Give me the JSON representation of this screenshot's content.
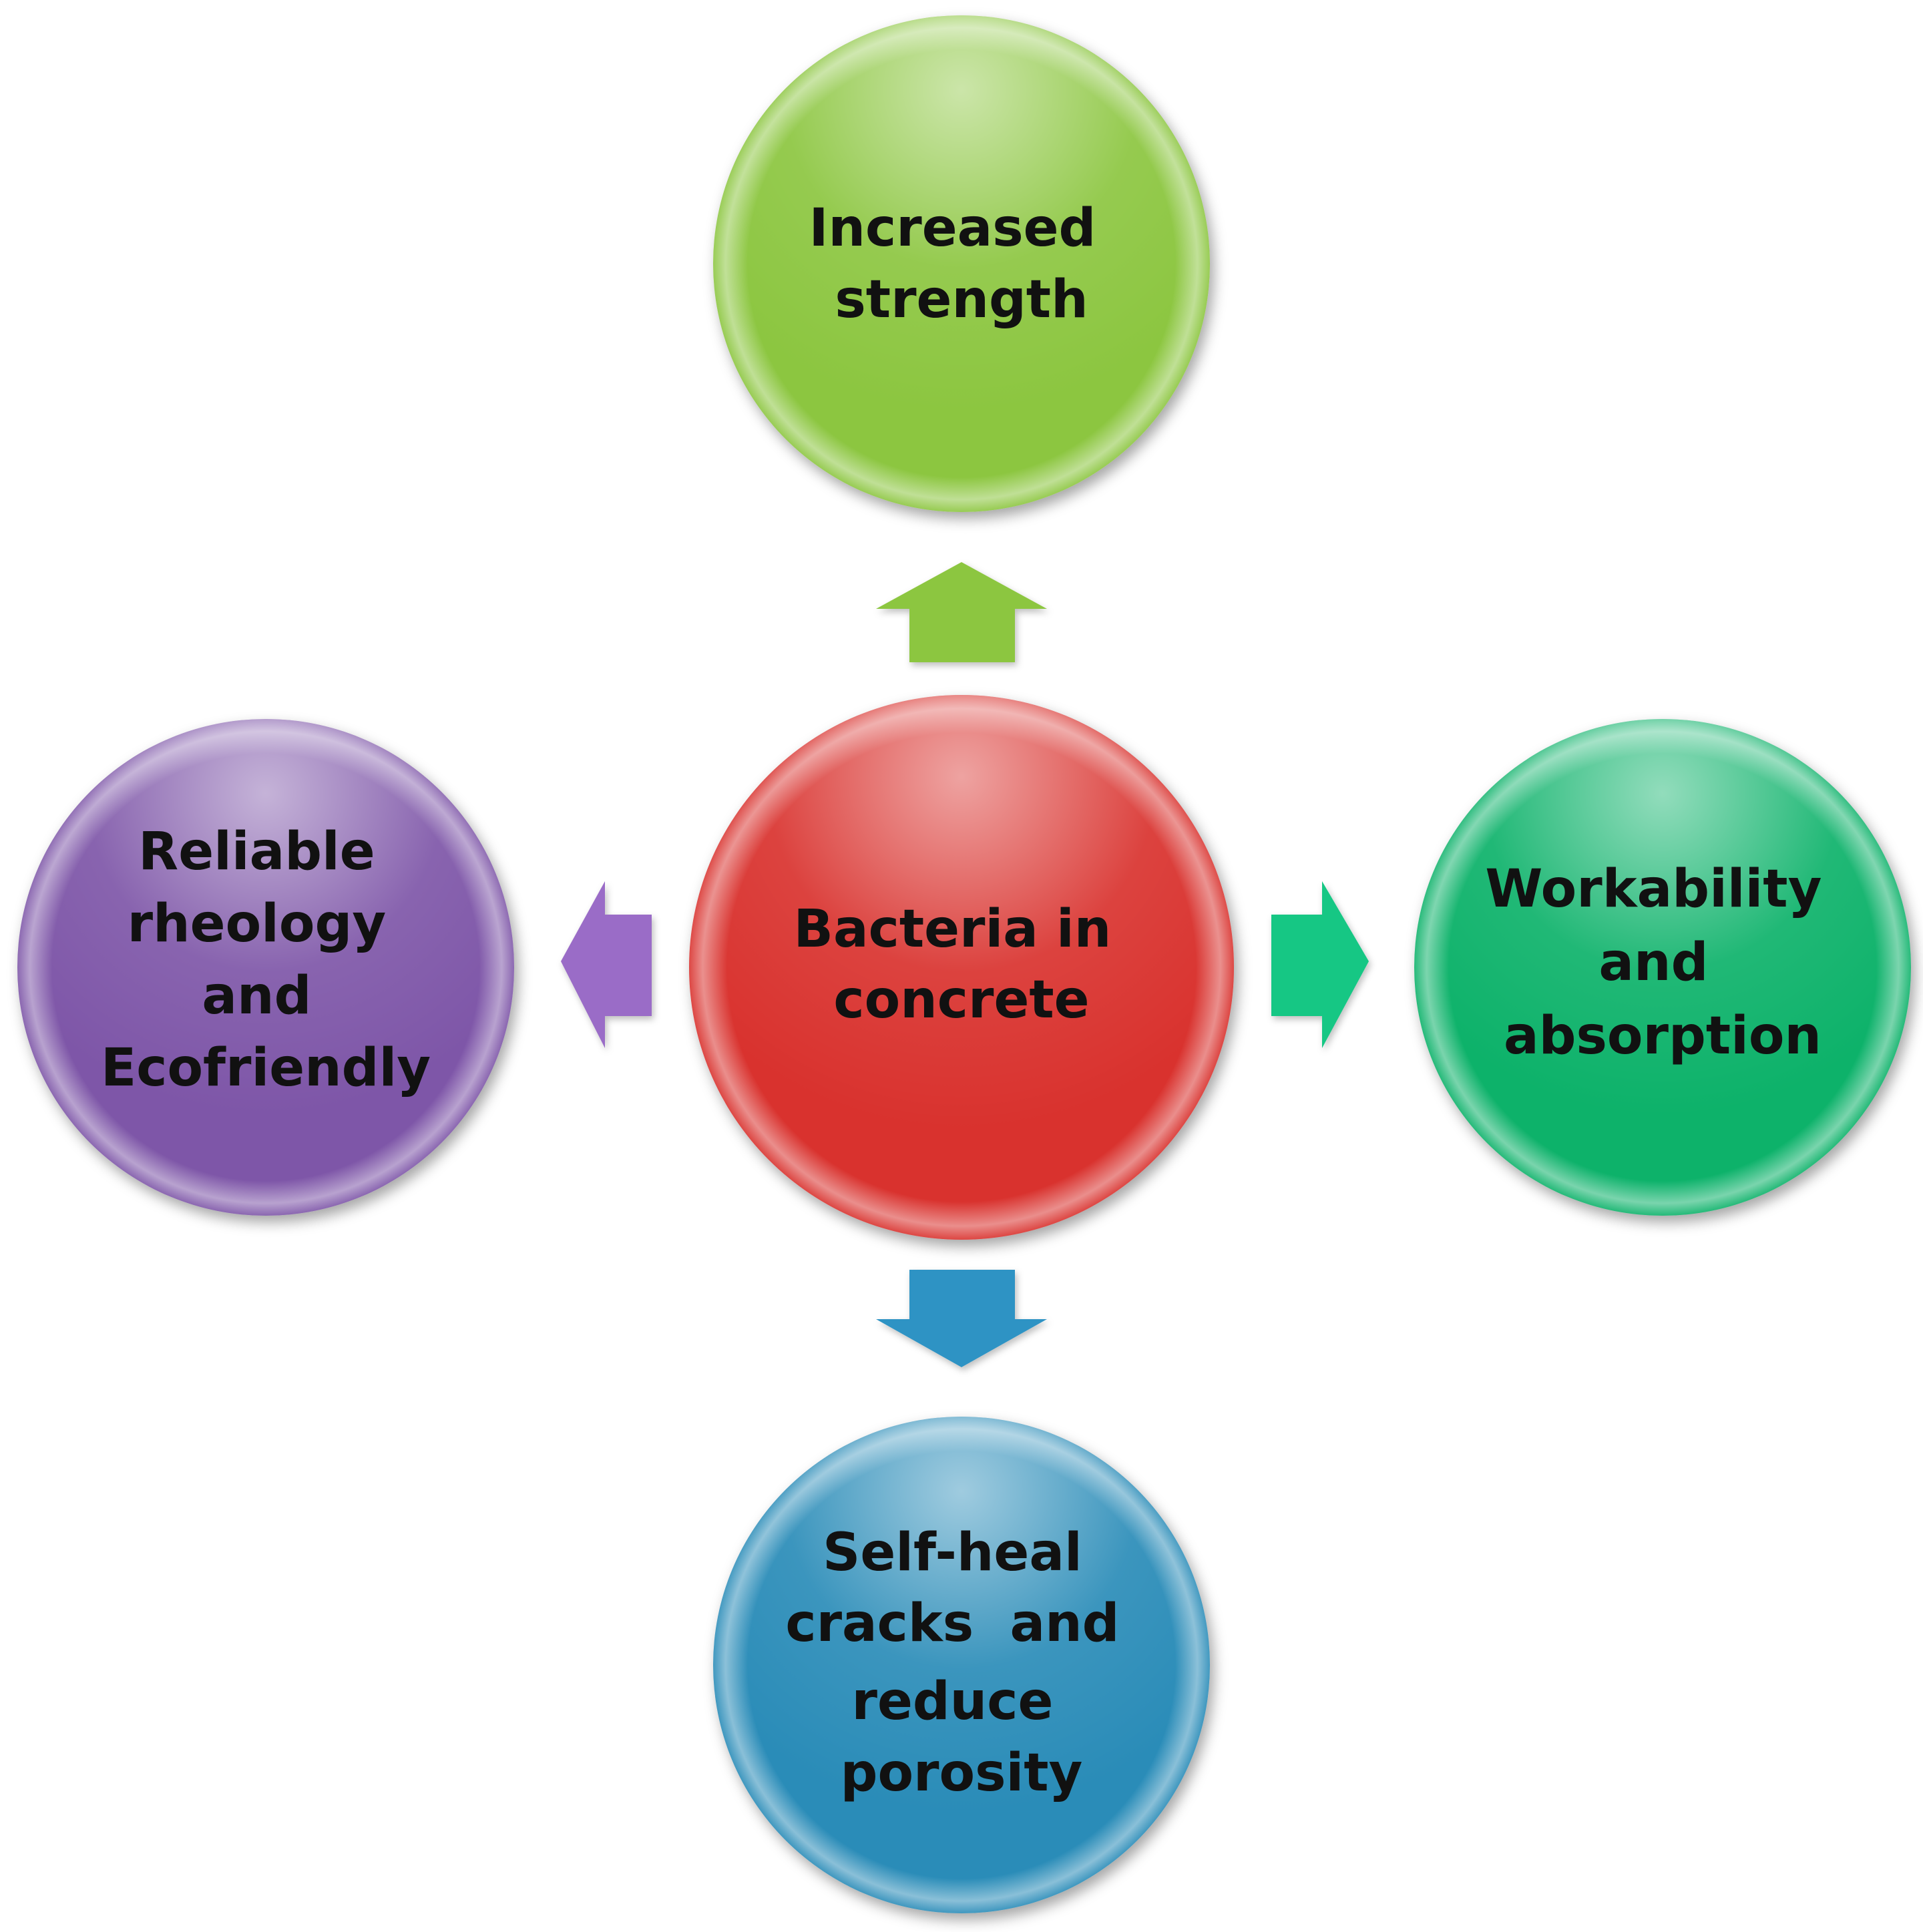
{
  "diagram": {
    "center": {
      "lines": [
        "Bacteria in",
        "concrete"
      ],
      "color": "#d9312e"
    },
    "top": {
      "lines": [
        "Increased",
        "strength"
      ],
      "color": "#8cc63f"
    },
    "right": {
      "lines": [
        "Workability",
        "and",
        "absorption"
      ],
      "color": "#0fb26a"
    },
    "bottom": {
      "lines": [
        "Self-heal",
        "cracks  and",
        "reduce",
        "porosity"
      ],
      "color": "#2b8cb8"
    },
    "left": {
      "lines": [
        "Reliable",
        "rheology",
        "and",
        "Ecofriendly"
      ],
      "color": "#7e56a8"
    },
    "arrows": {
      "up": "#8cc63f",
      "right": "#18c784",
      "down": "#2e93c4",
      "left": "#9a6cc7"
    }
  }
}
